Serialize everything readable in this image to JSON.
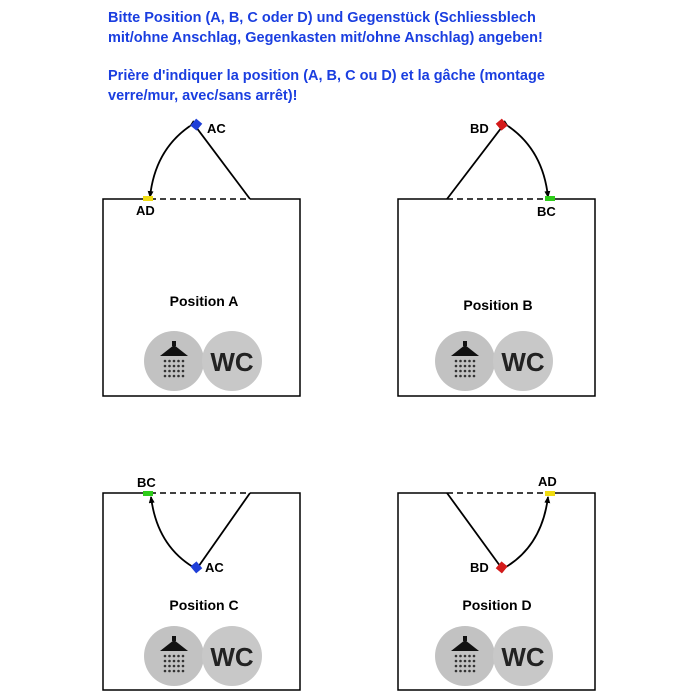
{
  "instructions": {
    "german_line1": "Bitte Position (A, B, C oder D) und Gegenstück (Schliessblech",
    "german_line2": "mit/ohne Anschlag, Gegenkasten mit/ohne Anschlag) angeben!",
    "french_line1": "Prière d'indiquer la position (A, B, C ou D) et la gâche (montage",
    "french_line2": "verre/mur, avec/sans arrêt)!"
  },
  "panels": {
    "a": {
      "title": "Position A",
      "open_label": "AC",
      "closed_label": "AD"
    },
    "b": {
      "title": "Position B",
      "open_label": "BD",
      "closed_label": "BC"
    },
    "c": {
      "title": "Position C",
      "open_label": "AC",
      "closed_label": "BC"
    },
    "d": {
      "title": "Position D",
      "open_label": "BD",
      "closed_label": "AD"
    }
  },
  "icons": {
    "wc_label": "WC",
    "shower": "shower-icon"
  },
  "colors": {
    "text": "#1a3ee0",
    "AC": "#1f3fd8",
    "BD": "#d41a1a",
    "AD": "#f0dc10",
    "BC": "#2ecc1a"
  }
}
